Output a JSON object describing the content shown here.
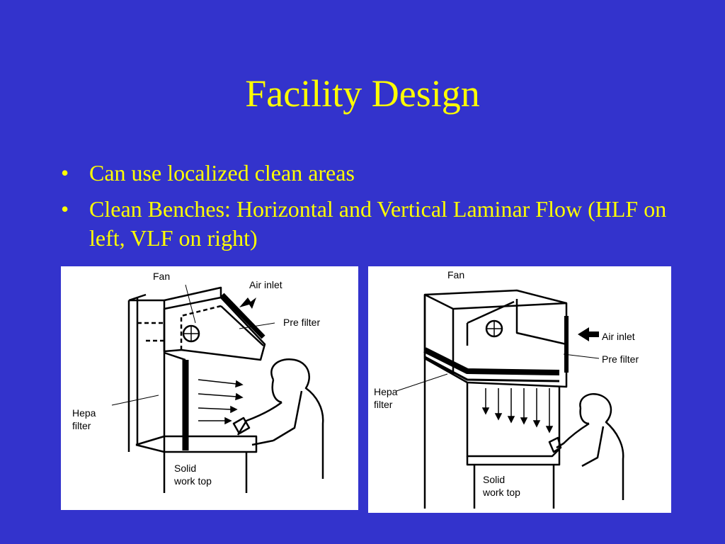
{
  "slide": {
    "title": "Facility Design",
    "bullets": [
      "Can use localized clean areas",
      "Clean Benches: Horizontal and Vertical Laminar Flow (HLF on left, VLF on right)"
    ]
  },
  "hlf_figure": {
    "fan": "Fan",
    "air_inlet": "Air inlet",
    "pre_filter": "Pre filter",
    "hepa_line1": "Hepa",
    "hepa_line2": "filter",
    "worktop_line1": "Solid",
    "worktop_line2": "work top"
  },
  "vlf_figure": {
    "fan": "Fan",
    "air_inlet": "Air inlet",
    "pre_filter": "Pre filter",
    "hepa_line1": "Hepa",
    "hepa_line2": "filter",
    "worktop_line1": "Solid",
    "worktop_line2": "work top"
  },
  "colors": {
    "background": "#3333cc",
    "text": "#ffff00",
    "panel": "#ffffff"
  }
}
